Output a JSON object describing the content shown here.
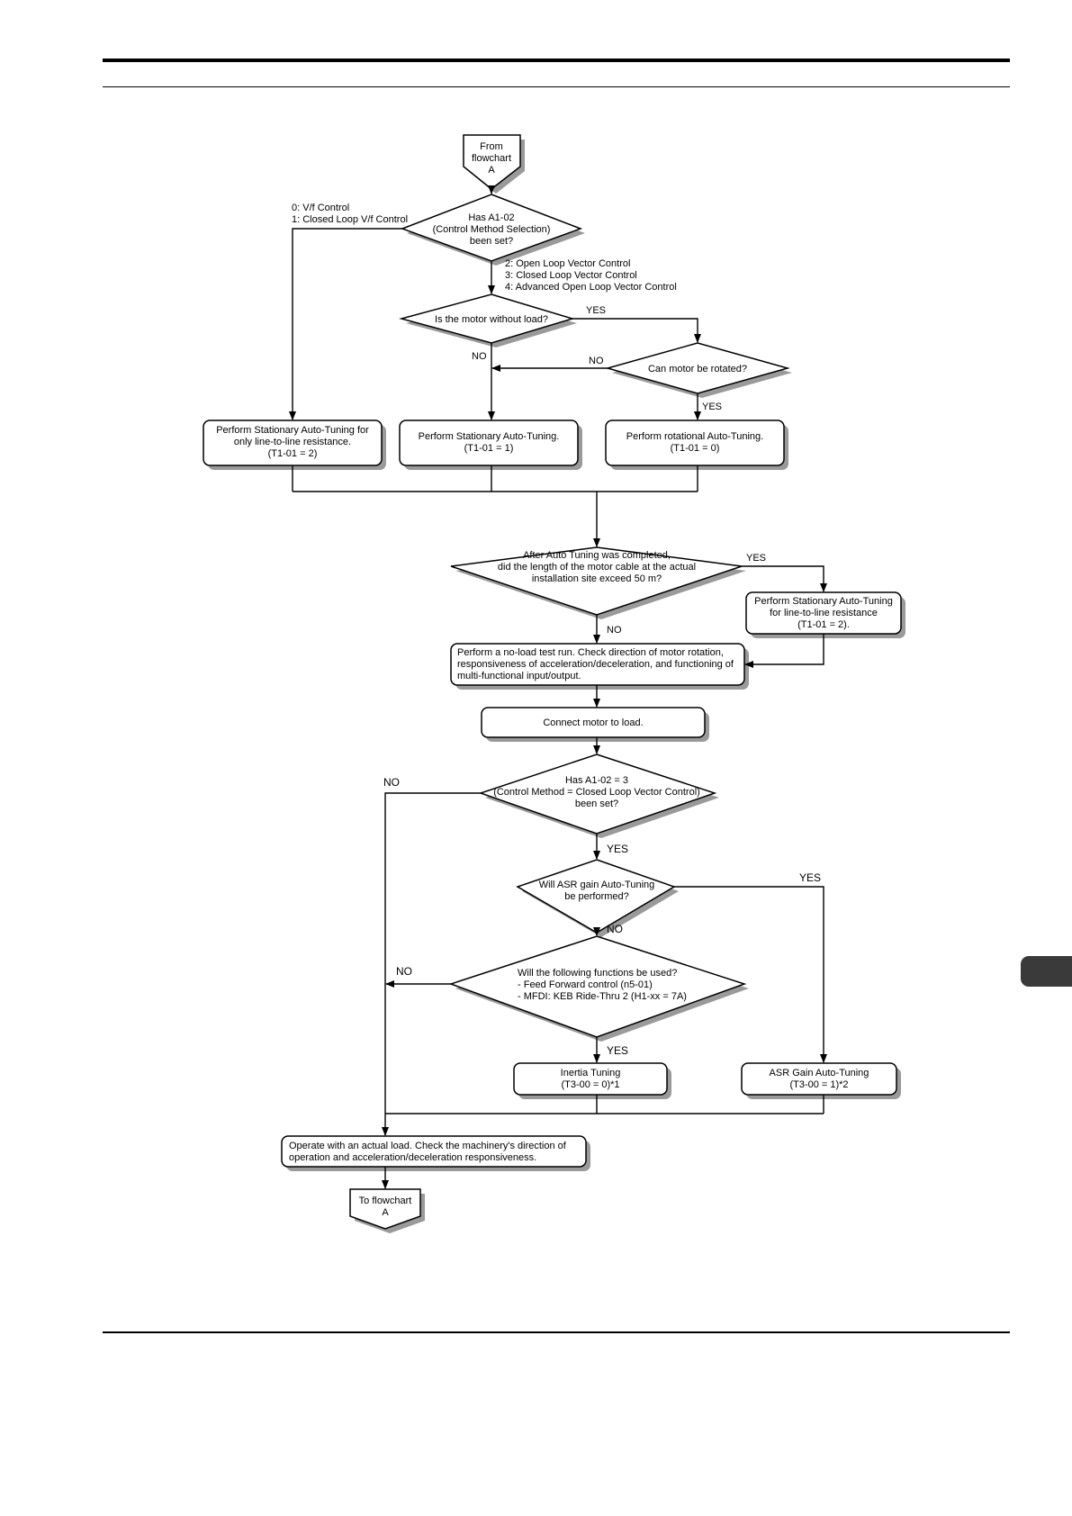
{
  "flowchart": {
    "start": "From flowchart A",
    "q_control_method": "Has A1-02 (Control Method Selection) been set?",
    "opts_vf": [
      "0:  V/f Control",
      "1:  Closed Loop V/f Control"
    ],
    "opts_vector": [
      "2: Open Loop Vector Control",
      "3: Closed Loop Vector Control",
      "4: Advanced Open Loop Vector Control"
    ],
    "q_no_load": "Is the motor without load?",
    "q_rotate": "Can motor be rotated?",
    "box_stationary_resistance": "Perform Stationary Auto-Tuning for only line-to-line resistance. (T1-01 = 2)",
    "box_stationary": "Perform Stationary Auto-Tuning. (T1-01 = 1)",
    "box_rotational": "Perform rotational Auto-Tuning. (T1-01 = 0)",
    "q_cable": "After Auto Tuning was completed, did the length of the motor cable at the actual installation site exceed 50 m?",
    "box_stationary_line": "Perform Stationary Auto-Tuning for line-to-line resistance (T1-01 = 2).",
    "box_test_run": "Perform a no-load test run. Check direction of motor rotation, responsiveness of acceleration/deceleration, and functioning of multi-functional input/output.",
    "box_connect": "Connect motor to load.",
    "q_closed_loop": "Has A1-02 = 3 (Control Method = Closed Loop Vector Control) been set?",
    "q_asr": "Will ASR gain Auto-Tuning be performed?",
    "q_functions": "Will the following functions be used? - Feed Forward control (n5-01) - MFDI: KEB Ride-Thru 2 (H1-xx = 7A)",
    "box_inertia": "Inertia Tuning (T3-00 = 0)*1",
    "box_asr": "ASR Gain Auto-Tuning (T3-00 = 1)*2",
    "box_operate": "Operate with an actual load. Check the machinery's direction of operation and acceleration/deceleration responsiveness.",
    "end": "To flowchart A",
    "yes": "YES",
    "no": "NO"
  }
}
